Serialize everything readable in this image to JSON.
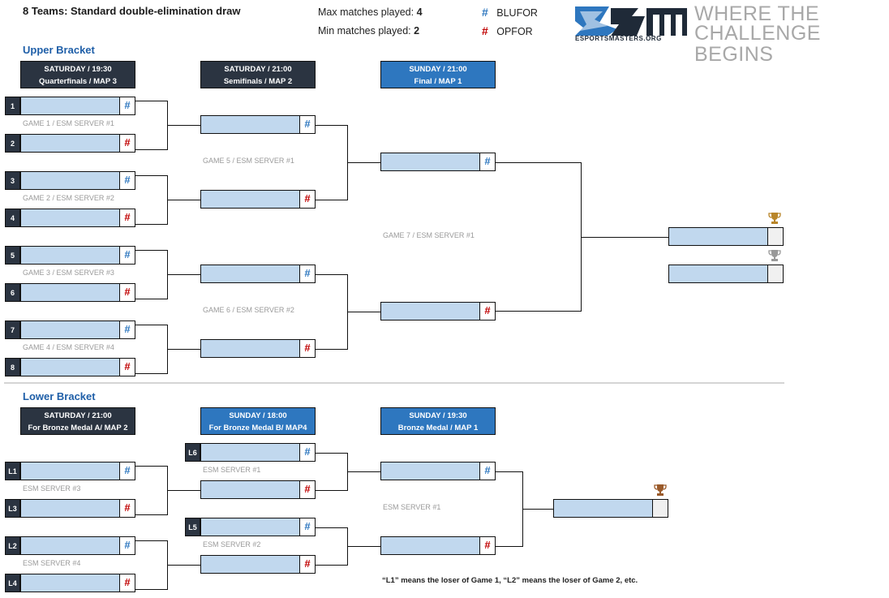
{
  "title": "8 Teams: Standard double-elimination draw",
  "stats": {
    "max_label": "Max matches played:",
    "max_value": "4",
    "min_label": "Min  matches played:",
    "min_value": "2"
  },
  "legend": {
    "blufor_symbol": "#",
    "blufor_label": "BLUFOR",
    "blufor_color": "#2e77bf",
    "opfor_symbol": "#",
    "opfor_label": "OPFOR",
    "opfor_color": "#c00000"
  },
  "logo": {
    "mark": "ESM",
    "site": "ESPORTSMASTERS.ORG",
    "tagline_1": "WHERE THE",
    "tagline_2": "CHALLENGE BEGINS"
  },
  "upper": {
    "title": "Upper Bracket",
    "headers": [
      {
        "line1": "SATURDAY  / 19:30",
        "line2": "Quarterfinals / MAP 3"
      },
      {
        "line1": "SATURDAY  / 21:00",
        "line2": "Semifinals / MAP 2"
      },
      {
        "line1": "SUNDAY / 21:00",
        "line2": "Final / MAP 1"
      }
    ],
    "seeds": [
      "1",
      "2",
      "3",
      "4",
      "5",
      "6",
      "7",
      "8"
    ],
    "games": [
      "GAME 1 / ESM SERVER #1",
      "GAME 2 / ESM SERVER #2",
      "GAME 3 / ESM SERVER #3",
      "GAME 4 / ESM SERVER #4",
      "GAME 5 / ESM SERVER #1",
      "GAME 6 / ESM SERVER #2",
      "GAME 7 / ESM SERVER #1"
    ]
  },
  "lower": {
    "title": "Lower Bracket",
    "headers": [
      {
        "line1": "SATURDAY  / 21:00",
        "line2": "For Bronze Medal A/ MAP 2"
      },
      {
        "line1": "SUNDAY / 18:00",
        "line2": "For Bronze Medal B/ MAP4"
      },
      {
        "line1": "SUNDAY / 19:30",
        "line2": "Bronze Medal / MAP 1"
      }
    ],
    "seeds": [
      "L1",
      "L3",
      "L2",
      "L4",
      "L6",
      "L5"
    ],
    "servers": [
      "ESM SERVER #3",
      "ESM SERVER #4",
      "ESM SERVER #1",
      "ESM SERVER #2",
      "ESM SERVER #1"
    ]
  },
  "note": "“L1” means the loser of Game 1, “L2” means the loser of Game 2, etc.",
  "colors": {
    "slot": "#c1d8ee",
    "header_dark": "#2b3441",
    "header_blue": "#2e77bf",
    "gold": "#b9862a",
    "silver": "#9a9a9a",
    "bronze": "#9a5a2a"
  }
}
